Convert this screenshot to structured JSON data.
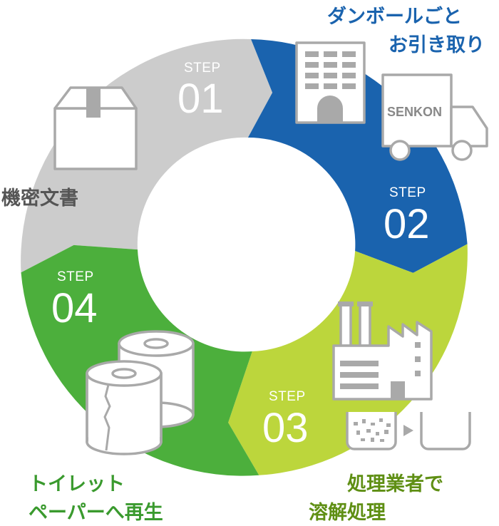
{
  "colors": {
    "step1": "#cccccc",
    "step2": "#1a63ae",
    "step3": "#bcd63c",
    "step4": "#4caf3c",
    "icon": "#a9a9a9"
  },
  "steps": [
    {
      "word": "STEP",
      "number": "01"
    },
    {
      "word": "STEP",
      "number": "02"
    },
    {
      "word": "STEP",
      "number": "03"
    },
    {
      "word": "STEP",
      "number": "04"
    }
  ],
  "labels": {
    "step1": [
      "機密文書"
    ],
    "step2": [
      "ダンボールごと",
      "お引き取り"
    ],
    "step3": [
      "処理業者で",
      "溶解処理"
    ],
    "step4": [
      "トイレット",
      "ペーパーへ再生"
    ]
  },
  "truck_text": "SENKON",
  "icons": [
    "cardboard-box-icon",
    "office-building-icon",
    "truck-icon",
    "factory-icon",
    "shredded-paper-bin-icon",
    "arrow-right-icon",
    "dissolved-pulp-bin-icon",
    "toilet-paper-rolls-icon"
  ]
}
